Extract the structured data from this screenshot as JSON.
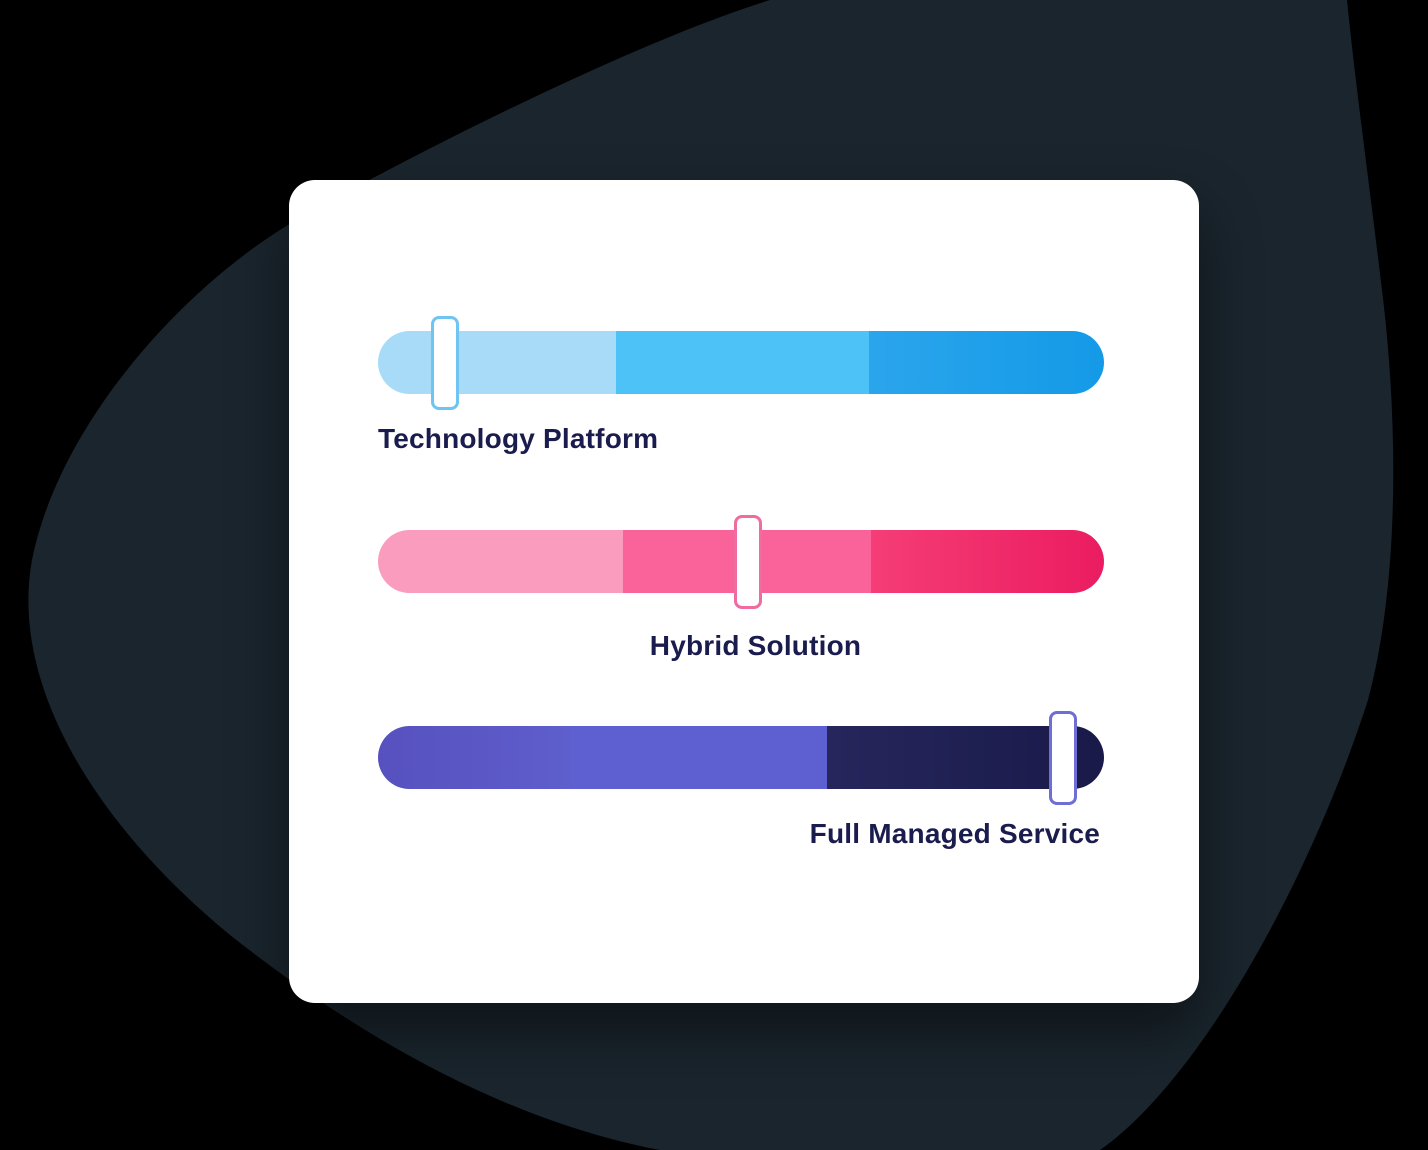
{
  "scene": {
    "canvas_bg": "#000000",
    "blob_color": "#1a252d",
    "card_bg": "#ffffff",
    "label_color": "#1b1c4e"
  },
  "sliders": [
    {
      "label": "Technology Platform",
      "label_align": "left",
      "handle_position_percent": 9.2,
      "handle_border_color": "#6fc4f2",
      "segments": [
        {
          "name": "low",
          "width_percent": 32.8,
          "color": "#a7dbf8"
        },
        {
          "name": "mid",
          "width_percent": 34.8,
          "color": "#4cc2f7"
        },
        {
          "name": "high",
          "width_percent": 32.4,
          "color": "linear-gradient(90deg,#2ba5ec,#149ae7)"
        }
      ]
    },
    {
      "label": "Hybrid Solution",
      "label_align": "center",
      "handle_position_percent": 51.0,
      "handle_border_color": "#ef6ba0",
      "segments": [
        {
          "name": "low",
          "width_percent": 33.7,
          "color": "#f99cbe"
        },
        {
          "name": "mid",
          "width_percent": 34.2,
          "color": "#fa6399"
        },
        {
          "name": "high",
          "width_percent": 32.1,
          "color": "linear-gradient(90deg,#f53d76,#eb1c61)"
        }
      ]
    },
    {
      "label": "Full Managed Service",
      "label_align": "right",
      "handle_position_percent": 94.4,
      "handle_border_color": "#6e6ed5",
      "segments": [
        {
          "name": "low",
          "width_percent": 26.4,
          "color": "linear-gradient(90deg,#5651be,#5f5ecd)"
        },
        {
          "name": "mid",
          "width_percent": 35.5,
          "color": "#5e5fd0"
        },
        {
          "name": "high",
          "width_percent": 38.1,
          "color": "linear-gradient(90deg,#26265c,#191a49)"
        }
      ]
    }
  ]
}
